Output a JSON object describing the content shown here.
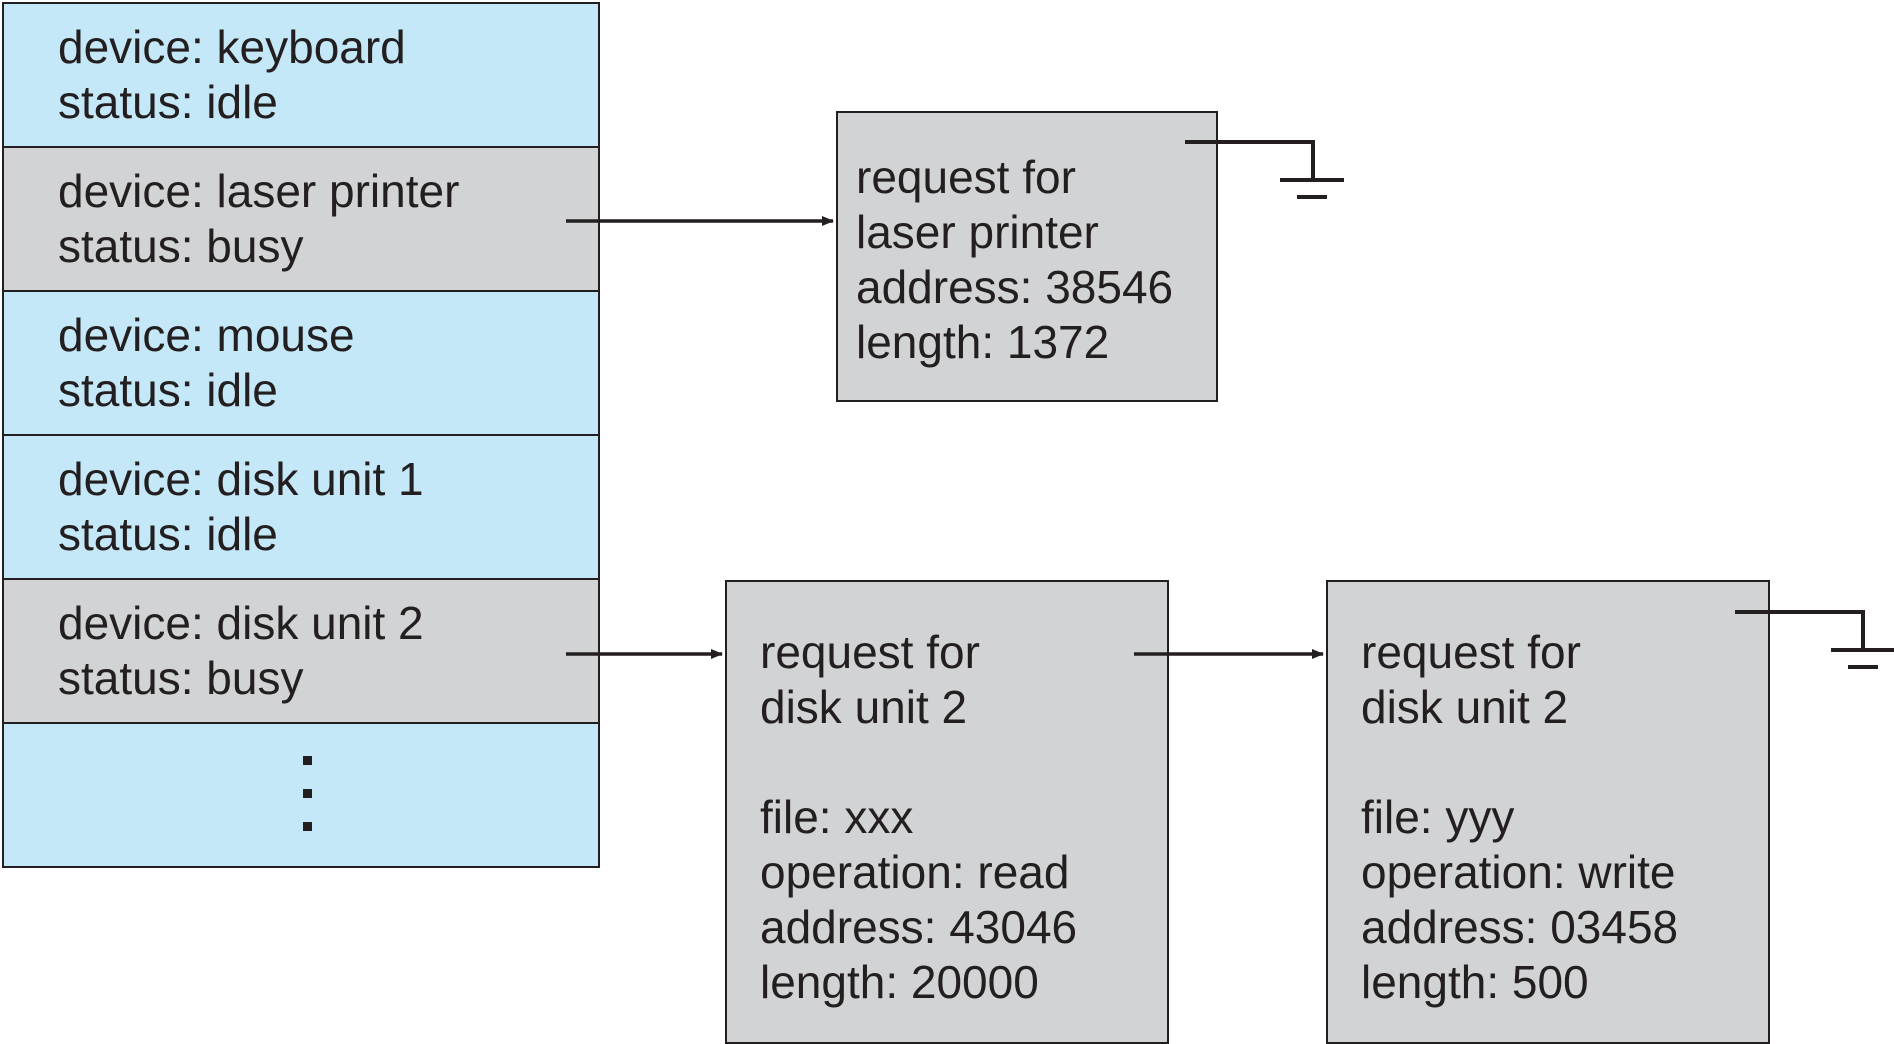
{
  "devices": [
    {
      "device": "device: keyboard",
      "status": "status: idle",
      "color": "#c5e8f8"
    },
    {
      "device": "device: laser printer",
      "status": "status: busy",
      "color": "#d2d3d5"
    },
    {
      "device": "device: mouse",
      "status": "status: idle",
      "color": "#c5e8f8"
    },
    {
      "device": "device: disk unit 1",
      "status": "status: idle",
      "color": "#c5e8f8"
    },
    {
      "device": "device: disk unit 2",
      "status": "status: busy",
      "color": "#d2d3d5"
    }
  ],
  "requests": {
    "laser_printer": {
      "line1": "request for",
      "line2": "laser printer",
      "address": "address: 38546",
      "length": "length: 1372"
    },
    "disk2_first": {
      "line1": "request for",
      "line2": "disk unit 2",
      "file": "file: xxx",
      "operation": "operation: read",
      "address": "address: 43046",
      "length": "length: 20000"
    },
    "disk2_second": {
      "line1": "request for",
      "line2": "disk unit 2",
      "file": "file: yyy",
      "operation": "operation: write",
      "address": "address: 03458",
      "length": "length: 500"
    }
  },
  "colors": {
    "idle_row": "#c5e8f8",
    "busy_row": "#d2d3d5",
    "request_box": "#d2d3d5",
    "stroke": "#231f20"
  }
}
